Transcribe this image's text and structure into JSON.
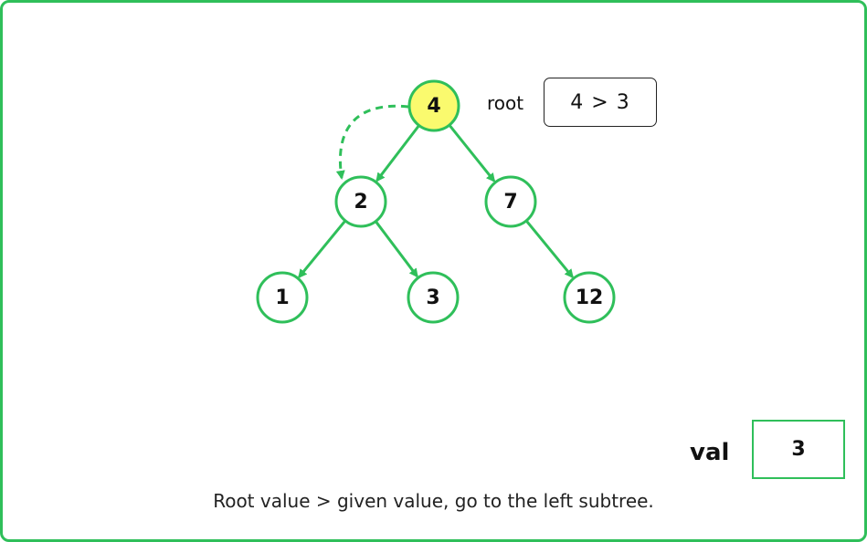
{
  "tree": {
    "nodes": [
      {
        "id": "n4",
        "label": "4",
        "highlighted": true
      },
      {
        "id": "n2",
        "label": "2",
        "highlighted": false
      },
      {
        "id": "n7",
        "label": "7",
        "highlighted": false
      },
      {
        "id": "n1",
        "label": "1",
        "highlighted": false
      },
      {
        "id": "n3",
        "label": "3",
        "highlighted": false
      },
      {
        "id": "n12",
        "label": "12",
        "highlighted": false
      }
    ],
    "edges": [
      {
        "from": "n4",
        "to": "n2"
      },
      {
        "from": "n4",
        "to": "n7"
      },
      {
        "from": "n2",
        "to": "n1"
      },
      {
        "from": "n2",
        "to": "n3"
      },
      {
        "from": "n7",
        "to": "n12"
      }
    ],
    "traversal": {
      "from": "n4",
      "to": "n2"
    }
  },
  "root_label": "root",
  "comparison": "4 > 3",
  "val_label": "val",
  "val_value": "3",
  "caption": "Root value > given value, go to the left subtree.",
  "colors": {
    "accent": "#2fbf5a",
    "highlight": "#fafa6e",
    "node_fill": "#ffffff",
    "text": "#111111"
  }
}
